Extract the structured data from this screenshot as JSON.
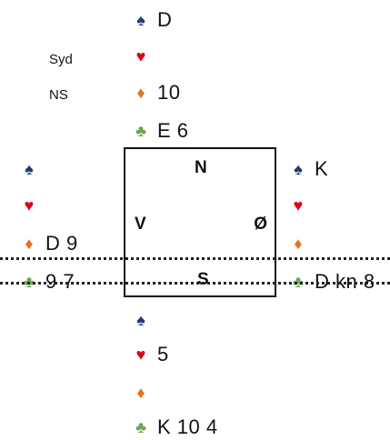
{
  "info": {
    "dealer": "Syd",
    "vulnerability": "NS"
  },
  "seats": {
    "north": "N",
    "west": "V",
    "east": "Ø",
    "south": "S"
  },
  "suit_symbols": {
    "spade": "♠",
    "heart": "♥",
    "diamond": "♦",
    "club": "♣"
  },
  "colors": {
    "spade": "#1f3b73",
    "heart": "#e0001a",
    "diamond": "#e37222",
    "club": "#6aa84f"
  },
  "hands": {
    "north": {
      "spades": "D",
      "hearts": "",
      "diamonds": "10",
      "clubs": "E 6"
    },
    "west": {
      "spades": "",
      "hearts": "",
      "diamonds": "D 9",
      "clubs": "9 7"
    },
    "east": {
      "spades": "K",
      "hearts": "",
      "diamonds": "",
      "clubs": "D kn 8"
    },
    "south": {
      "spades": "",
      "hearts": "5",
      "diamonds": "",
      "clubs": "K 10 4"
    }
  }
}
